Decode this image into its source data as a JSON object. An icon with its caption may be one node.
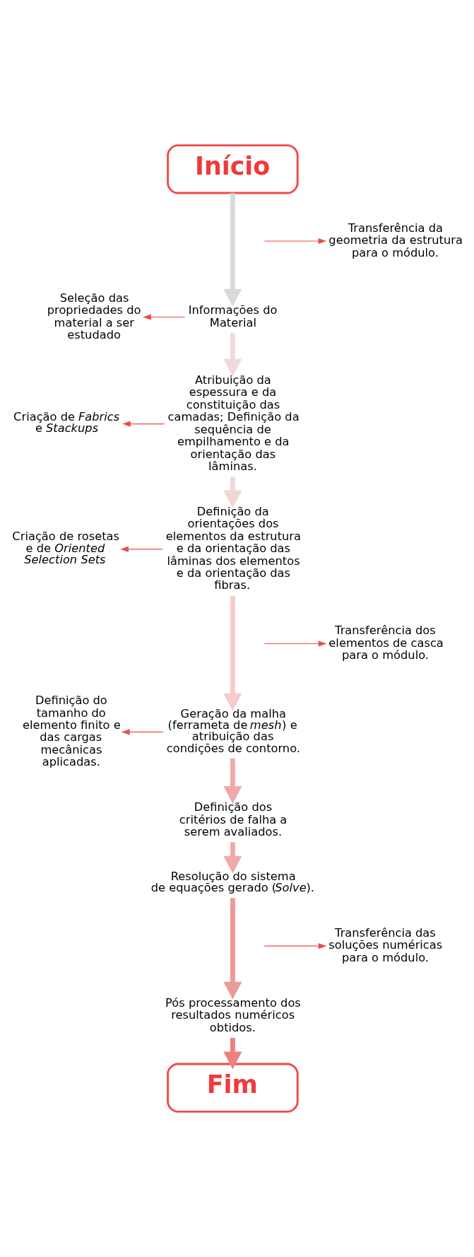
{
  "diagram": {
    "nodes": [
      {
        "text": [
          "Início"
        ]
      },
      {
        "text": [
          "Seleção das propriedades do material a ser estudado"
        ]
      },
      {
        "text": [
          "Informações do Material"
        ]
      },
      {
        "text": [
          "Transferência da geometria da estrutura para o módulo."
        ]
      },
      {
        "text": [
          "Criação de *Fabrics* e *Stackups*"
        ]
      },
      {
        "text": [
          "Atribuição da espessura e da constituição das camadas; Definição da sequência de empilhamento e da orientação das lâminas."
        ]
      },
      {
        "text": [
          "Criação de rosetas e de *Oriented Selection Sets*"
        ]
      },
      {
        "text": [
          "Definição da orientações dos elementos da estrutura e da orientação das lâminas dos elementos e da orientação das fibras."
        ]
      },
      {
        "text": [
          "Transferência dos elementos de casca para o módulo."
        ]
      },
      {
        "text": [
          "Definição do tamanho do elemento finito e das cargas mecânicas aplicadas."
        ]
      },
      {
        "text": [
          "Geração da malha (ferrameta de *mesh*) e atribuição das condições de contorno."
        ]
      },
      {
        "text": [
          "Definição dos critérios de falha a serem avaliados."
        ]
      },
      {
        "text": [
          "Resolução do sistema de equações gerado (*Solve*)."
        ]
      },
      {
        "text": [
          "Transferência das soluções numéricas para o módulo."
        ]
      },
      {
        "text": [
          "Pós processamento dos resultados numéricos obtidos."
        ]
      },
      {
        "text": [
          "Fim"
        ]
      }
    ],
    "edges": [
      {
        "from": 0,
        "to": 2,
        "arrow": "to",
        "color": "#d9d9d9"
      },
      {
        "from": null,
        "to": 3,
        "arrow": "to"
      },
      {
        "from": 2,
        "to": 1,
        "arrow": "to"
      },
      {
        "from": 2,
        "to": 5,
        "arrow": "to",
        "color": "#f2dada"
      },
      {
        "from": 5,
        "to": 4,
        "arrow": "to"
      },
      {
        "from": 5,
        "to": 7,
        "arrow": "to",
        "color": "#f2d6d6"
      },
      {
        "from": 7,
        "to": 6,
        "arrow": "to"
      },
      {
        "from": 7,
        "to": 10,
        "arrow": "to",
        "color": "#f4cccc"
      },
      {
        "from": null,
        "to": 8,
        "arrow": "to"
      },
      {
        "from": 10,
        "to": 9,
        "arrow": "to"
      },
      {
        "from": 10,
        "to": 11,
        "arrow": "to",
        "color": "#eeaaaa"
      },
      {
        "from": 11,
        "to": 12,
        "arrow": "to",
        "color": "#eeaaaa"
      },
      {
        "from": 12,
        "to": 14,
        "arrow": "to",
        "color": "#ec9a9a"
      },
      {
        "from": null,
        "to": 13,
        "arrow": "to"
      },
      {
        "from": 14,
        "to": 15,
        "arrow": "to",
        "color": "#ef8080"
      }
    ]
  }
}
